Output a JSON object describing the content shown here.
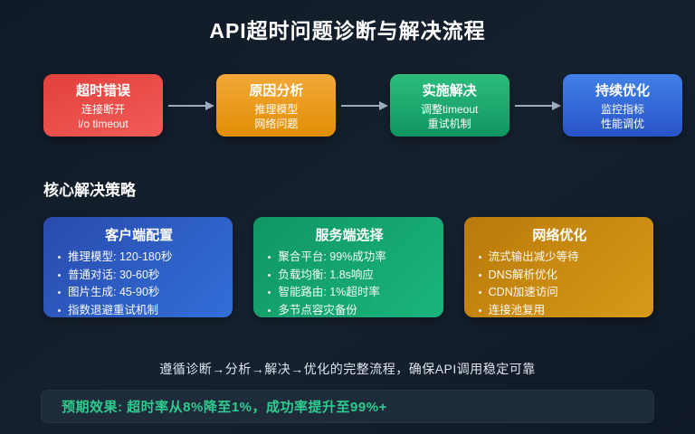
{
  "title": "API超时问题诊断与解决流程",
  "flow": {
    "steps": [
      {
        "title": "超时错误",
        "line1": "连接断开",
        "line2": "i/o timeout",
        "color": "#e848422"
      },
      {
        "title": "原因分析",
        "line1": "推理模型",
        "line2": "网络问题",
        "color": "#ec9c1f"
      },
      {
        "title": "实施解决",
        "line1": "调整timeout",
        "line2": "重试机制",
        "color": "#1ea96e"
      },
      {
        "title": "持续优化",
        "line1": "监控指标",
        "line2": "性能调优",
        "color": "#3468d8"
      }
    ],
    "arrow_color": "#9cabbd"
  },
  "strategies": {
    "heading": "核心解决策略",
    "cards": [
      {
        "title": "客户端配置",
        "accent": "#2e5ec4",
        "items": [
          "推理模型: 120-180秒",
          "普通对话: 30-60秒",
          "图片生成: 45-90秒",
          "指数退避重试机制"
        ]
      },
      {
        "title": "服务端选择",
        "accent": "#15a571",
        "items": [
          "聚合平台: 99%成功率",
          "负载均衡: 1.8s响应",
          "智能路由: 1%超时率",
          "多节点容灾备份"
        ]
      },
      {
        "title": "网络优化",
        "accent": "#c98a12",
        "items": [
          "流式输出减少等待",
          "DNS解析优化",
          "CDN加速访问",
          "连接池复用"
        ]
      }
    ]
  },
  "footer": {
    "summary": "遵循诊断→分析→解决→优化的完整流程，确保API调用稳定可靠",
    "result": "预期效果: 超时率从8%降至1%，成功率提升至99%+",
    "result_color": "#2dcb8e",
    "background": "#141e2c"
  }
}
